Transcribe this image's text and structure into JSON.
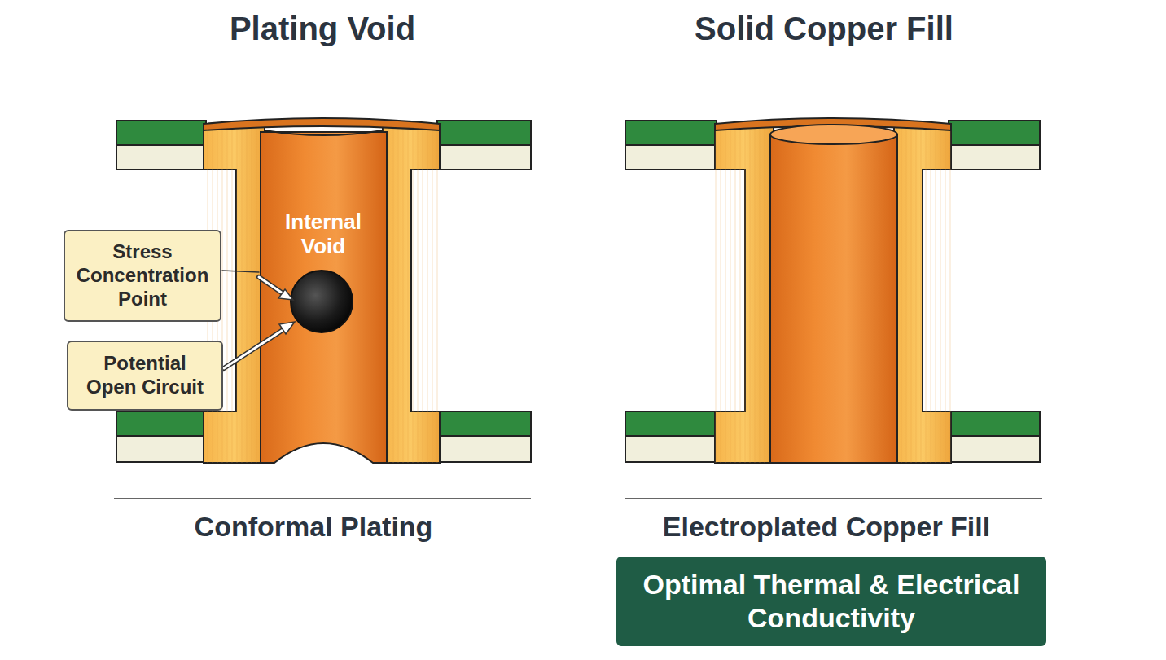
{
  "diagram": {
    "nodes": [
      {
        "text": [
          "Stress Concentration Point"
        ]
      },
      {
        "text": [
          "Potential Open Circuit"
        ]
      },
      {
        "text": [
          "Optimal Thermal & Electrical Conductivity"
        ]
      }
    ],
    "labels": [
      "Plating Void",
      "Solid Copper Fill",
      "Internal Void",
      "Conformal Plating",
      "Electroplated Copper Fill"
    ]
  }
}
